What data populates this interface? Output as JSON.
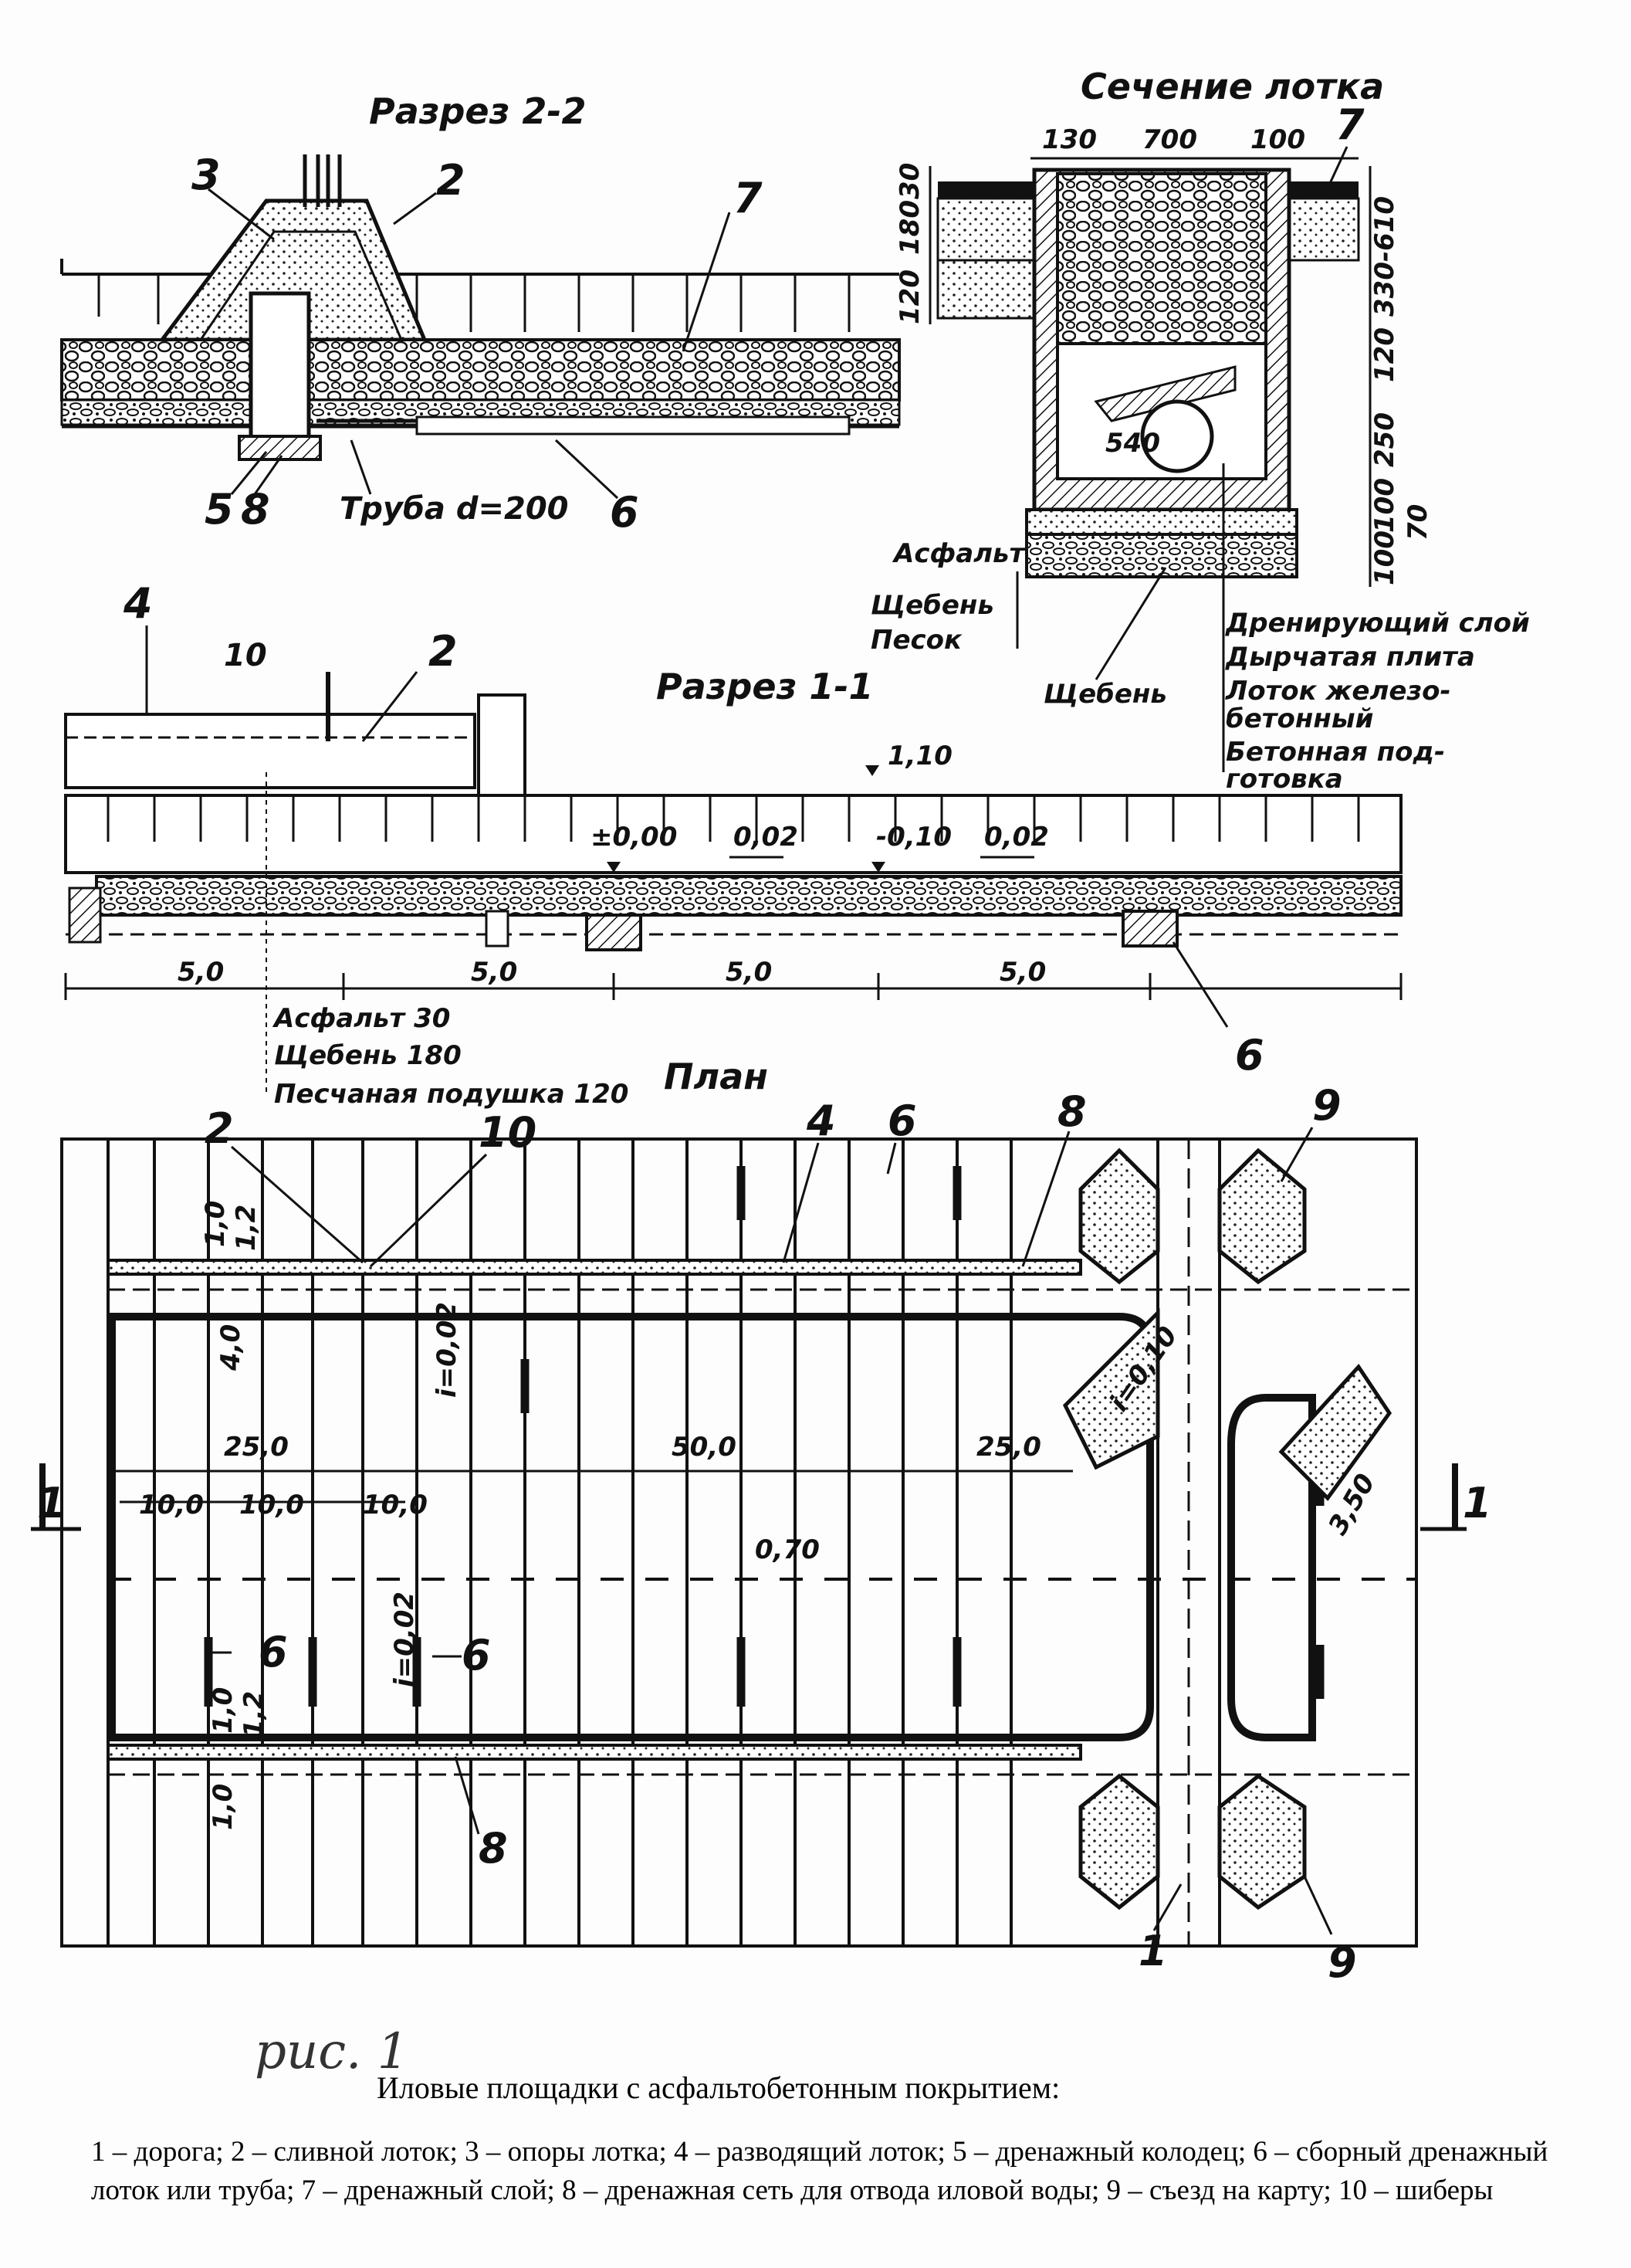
{
  "sections": {
    "razrez_2_2": "Разрез 2-2",
    "sechenie_lotka": "Сечение лотка",
    "razrez_1_1": "Разрез 1-1",
    "plan": "План"
  },
  "labels_2_2": {
    "n3": "3",
    "n2": "2",
    "n7": "7",
    "n5": "5",
    "n8": "8",
    "n6": "6",
    "truba": "Труба d=200"
  },
  "tray": {
    "top_dims": [
      "130",
      "700",
      "100"
    ],
    "left_dims": [
      "120",
      "180",
      "30"
    ],
    "right_dims": [
      "330-610",
      "120",
      "250",
      "100",
      "100"
    ],
    "right_small": "70",
    "pipe_dim": "540",
    "n7": "7",
    "left_layers": [
      "Асфальт",
      "Щебень",
      "Песок"
    ],
    "bottom_label": "Щебень",
    "right_layers": [
      "Дренирующий слой",
      "Дырчатая плита",
      "Лоток железо-",
      "бетонный",
      "Бетонная под-",
      "готовка"
    ]
  },
  "labels_1_1": {
    "n4": "4",
    "n10": "10",
    "n2": "2",
    "n6": "6",
    "elev_top": "1,10",
    "elev_zero": "±0,00",
    "slope1": "0,02",
    "elev_neg": "-0,10",
    "slope2": "0,02",
    "spans": [
      "5,0",
      "5,0",
      "5,0",
      "5,0"
    ],
    "layers": [
      "Асфальт 30",
      "Щебень 180",
      "Песчаная подушка 120"
    ]
  },
  "labels_plan": {
    "n2": "2",
    "n10": "10",
    "n4": "4",
    "n6a": "6",
    "n8a": "8",
    "n9a": "9",
    "n6b": "6",
    "n6c": "6",
    "n8b": "8",
    "n1": "1",
    "n9b": "9",
    "dim_25a": "25,0",
    "dim_50": "50,0",
    "dim_25b": "25,0",
    "dim_10a": "10,0",
    "dim_10b": "10,0",
    "dim_10c": "10,0",
    "d_10_top": "1,0",
    "d_12_top": "1,2",
    "d_40": "4,0",
    "d_10_bot": "1,0",
    "d_12_bot": "1,2",
    "d_10_bot2": "1,0",
    "slope_a": "i=0,02",
    "slope_b": "i=0,02",
    "slope_c": "i=0,10",
    "d_070": "0,70",
    "d_350": "3,50",
    "cut_left": "1",
    "cut_right": "1"
  },
  "handnote": "рис. 1",
  "caption": "Иловые площадки с асфальтобетонным покрытием:",
  "legend": "1 – дорога; 2 – сливной лоток; 3 – опоры лотка; 4 – разводящий лоток; 5 – дренажный колодец; 6 – сборный дренажный лоток или труба; 7 – дренажный слой; 8 – дренажная сеть для отвода иловой воды; 9 – съезд на карту; 10 – шиберы"
}
